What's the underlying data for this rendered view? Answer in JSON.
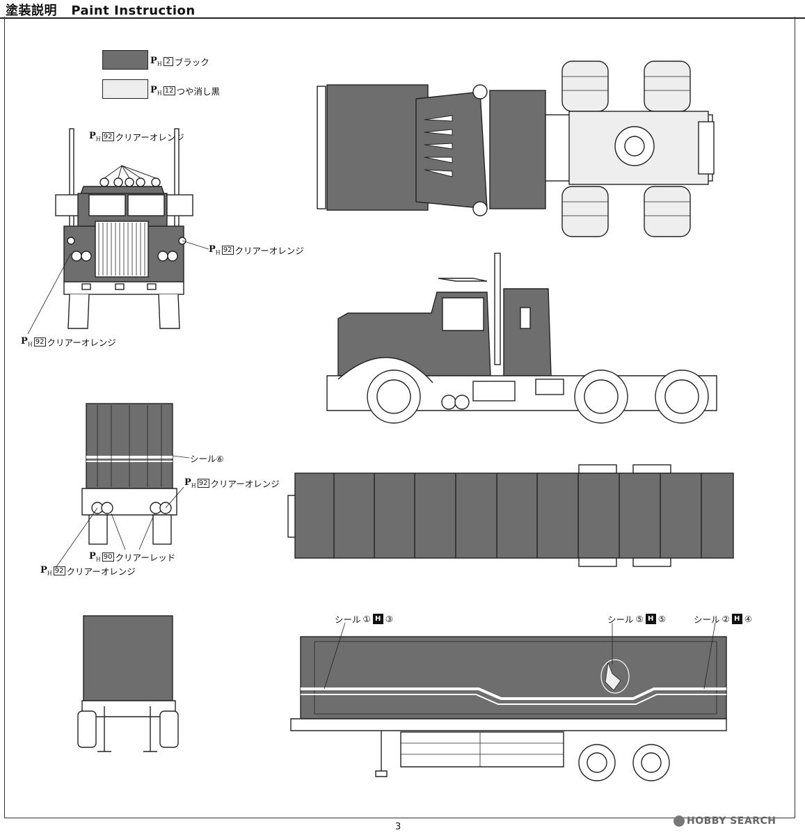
{
  "header": {
    "title_jp": "塗装説明",
    "title_en": "Paint Instruction"
  },
  "legend": [
    {
      "code": "2",
      "name": "ブラック",
      "color": "#6e6e6e"
    },
    {
      "code": "12",
      "name": "つや消し黒",
      "color": "#eeeeee"
    }
  ],
  "paint_prefix": {
    "p": "P",
    "h": "H"
  },
  "callouts": {
    "front_top": {
      "code": "92",
      "name": "クリアーオレンジ"
    },
    "front_right": {
      "code": "92",
      "name": "クリアーオレンジ"
    },
    "front_left": {
      "code": "92",
      "name": "クリアーオレンジ"
    },
    "rear_right": {
      "code": "92",
      "name": "クリアーオレンジ"
    },
    "rear_red": {
      "code": "90",
      "name": "クリアーレッド"
    },
    "rear_left": {
      "code": "92",
      "name": "クリアーオレンジ"
    }
  },
  "seals": {
    "rear_seal": {
      "label": "シール⑥"
    },
    "seal_a": {
      "label": "シール",
      "num1": "①",
      "h": "H",
      "num2": "③"
    },
    "seal_b": {
      "label": "シール",
      "num1": "⑤",
      "h": "H",
      "num2": "⑤"
    },
    "seal_c": {
      "label": "シール",
      "num1": "②",
      "h": "H",
      "num2": "④"
    }
  },
  "footer": {
    "page_number": "3",
    "watermark": "HOBBY SEARCH"
  },
  "colors": {
    "body_gray": "#6e6e6e",
    "line": "#222222",
    "light": "#eeeeee"
  }
}
